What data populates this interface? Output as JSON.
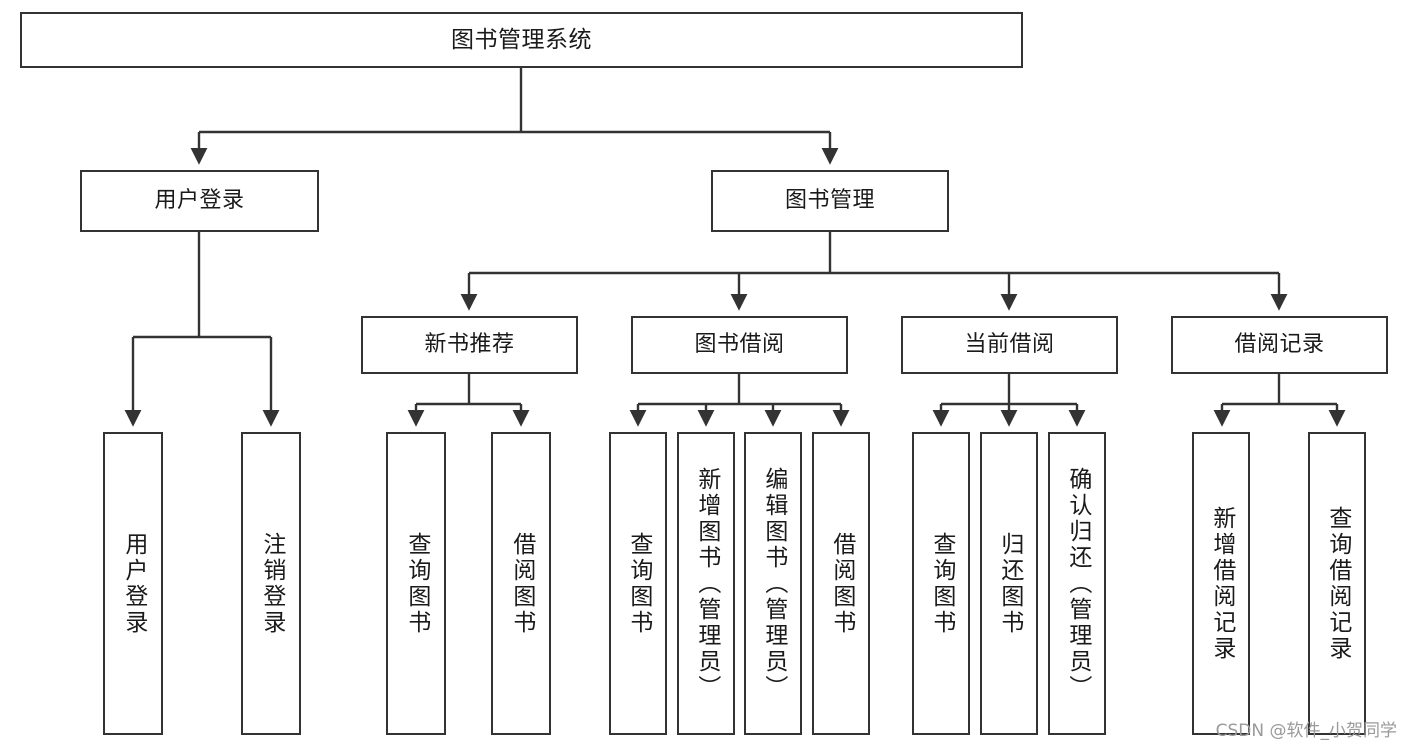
{
  "diagram": {
    "title": "图书管理系统",
    "type": "tree-hierarchy-chart",
    "watermark": "CSDN @软件_小贺同学",
    "colors": {
      "stroke": "#333333",
      "fill": "#ffffff",
      "text": "#1a1a1a",
      "watermark": "#9a9a9a"
    },
    "root": {
      "label": "图书管理系统"
    },
    "level2": [
      {
        "label": "用户登录"
      },
      {
        "label": "图书管理"
      }
    ],
    "level3": [
      {
        "label": "新书推荐"
      },
      {
        "label": "图书借阅"
      },
      {
        "label": "当前借阅"
      },
      {
        "label": "借阅记录"
      }
    ],
    "leaves": {
      "user_login": [
        {
          "label": "用户登录"
        },
        {
          "label": "注销登录"
        }
      ],
      "new_book_recommend": [
        {
          "label": "查询图书"
        },
        {
          "label": "借阅图书"
        }
      ],
      "book_borrow": [
        {
          "label": "查询图书"
        },
        {
          "label": "新增图书（管理员）"
        },
        {
          "label": "编辑图书（管理员）"
        },
        {
          "label": "借阅图书"
        }
      ],
      "current_borrow": [
        {
          "label": "查询图书"
        },
        {
          "label": "归还图书"
        },
        {
          "label": "确认归还（管理员）"
        }
      ],
      "borrow_record": [
        {
          "label": "新增借阅记录"
        },
        {
          "label": "查询借阅记录"
        }
      ]
    }
  }
}
